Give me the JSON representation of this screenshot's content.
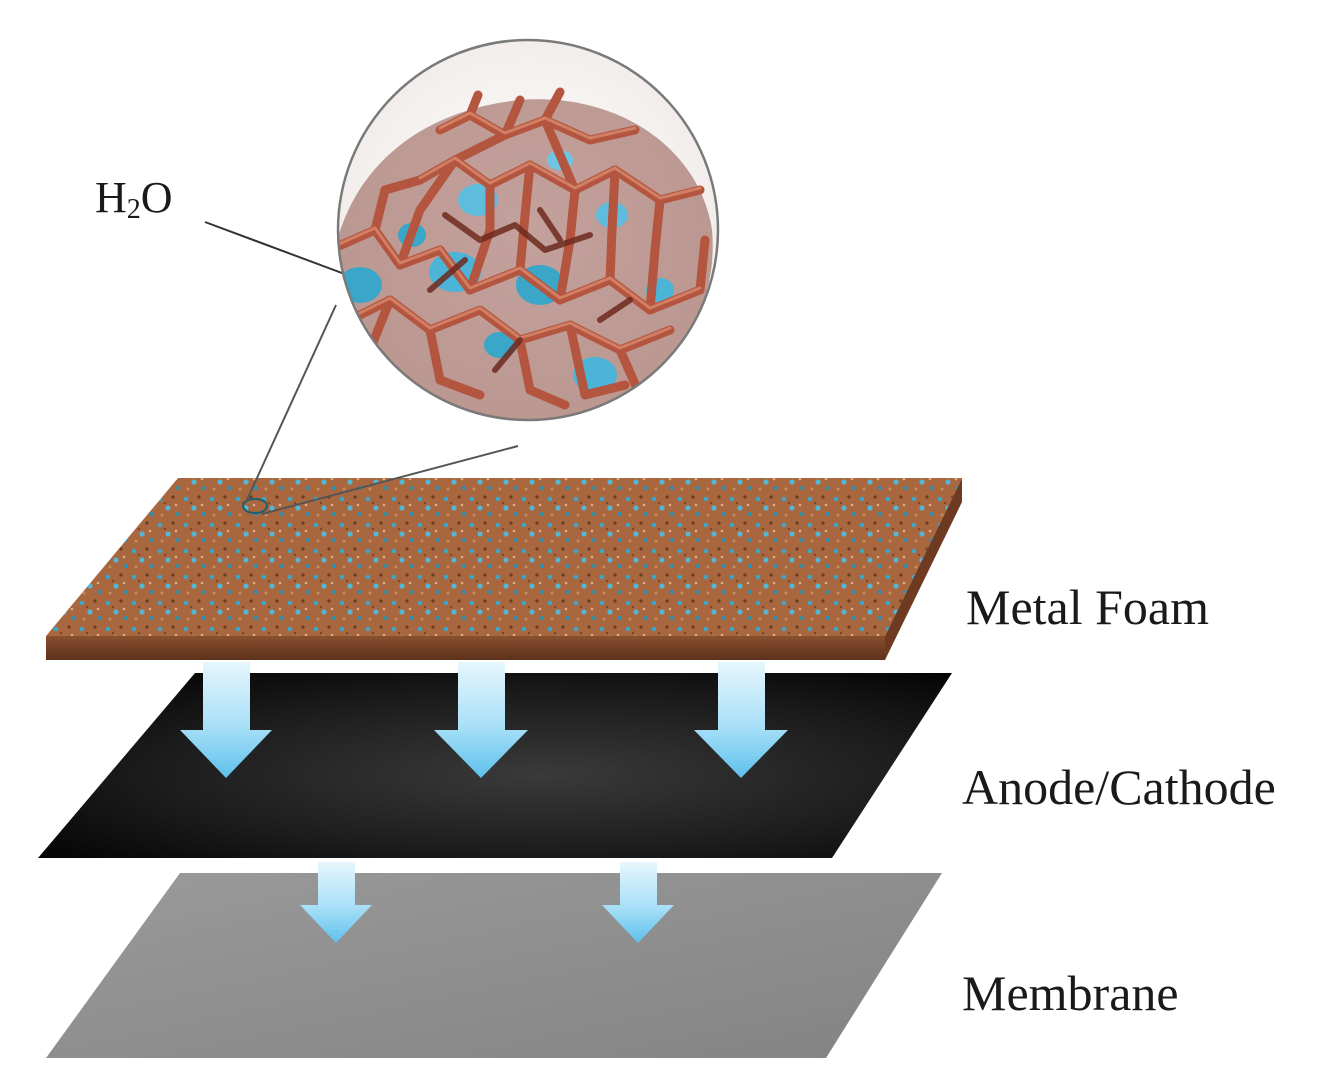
{
  "labels": {
    "water_main": "H",
    "water_sub": "2",
    "water_end": "O",
    "metal_foam": "Metal Foam",
    "electrode": "Anode/Cathode",
    "membrane": "Membrane"
  },
  "colors": {
    "foam": "#a8673f",
    "water": "#3aa6c8",
    "electrode": "#141414",
    "membrane": "#8f8f8f",
    "arrow": "#8fd3f2",
    "strut": "#b4553f"
  }
}
